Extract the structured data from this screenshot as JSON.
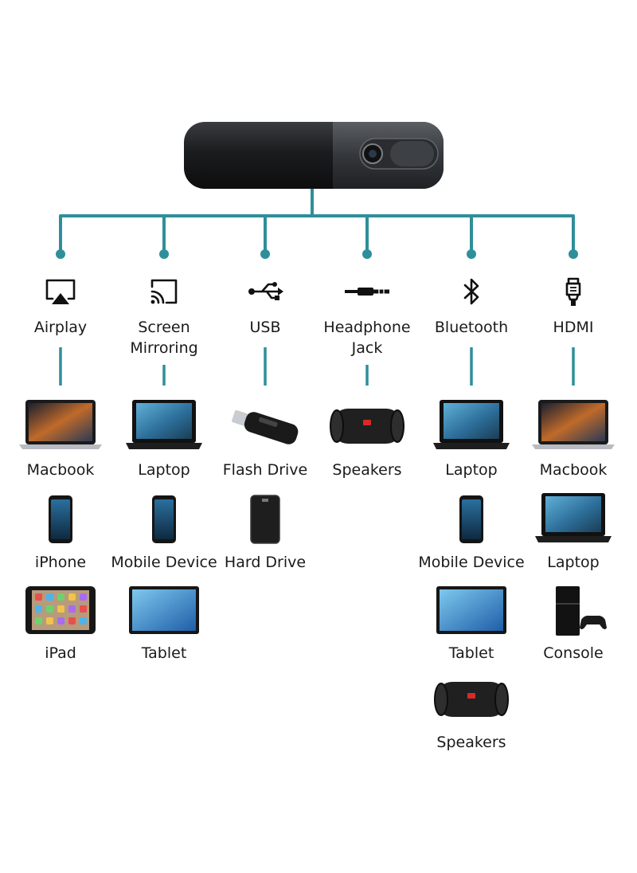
{
  "colors": {
    "connector": "#2e8f9a",
    "device_body": "#1d1e20",
    "device_cap": "#3b3e42"
  },
  "device": {
    "name": "projector-device"
  },
  "columns": [
    {
      "id": "airplay",
      "icon": "airplay-icon",
      "label_lines": [
        "Airplay"
      ],
      "items": [
        {
          "label": "Macbook",
          "image": "macbook"
        },
        {
          "label": "iPhone",
          "image": "phone"
        },
        {
          "label": "iPad",
          "image": "ipad"
        }
      ]
    },
    {
      "id": "screen-mirroring",
      "icon": "cast-icon",
      "label_lines": [
        "Screen",
        "Mirroring"
      ],
      "items": [
        {
          "label": "Laptop",
          "image": "laptop"
        },
        {
          "label": "Mobile Device",
          "image": "phone"
        },
        {
          "label": "Tablet",
          "image": "tablet"
        }
      ]
    },
    {
      "id": "usb",
      "icon": "usb-icon",
      "label_lines": [
        "USB"
      ],
      "items": [
        {
          "label": "Flash Drive",
          "image": "flashdrive"
        },
        {
          "label": "Hard Drive",
          "image": "harddrive"
        }
      ]
    },
    {
      "id": "headphone-jack",
      "icon": "headphone-jack-icon",
      "label_lines": [
        "Headphone",
        "Jack"
      ],
      "items": [
        {
          "label": "Speakers",
          "image": "speaker"
        }
      ]
    },
    {
      "id": "bluetooth",
      "icon": "bluetooth-icon",
      "label_lines": [
        "Bluetooth"
      ],
      "items": [
        {
          "label": "Laptop",
          "image": "laptop"
        },
        {
          "label": "Mobile Device",
          "image": "phone"
        },
        {
          "label": "Tablet",
          "image": "tablet"
        },
        {
          "label": "Speakers",
          "image": "speaker"
        }
      ]
    },
    {
      "id": "hdmi",
      "icon": "hdmi-icon",
      "label_lines": [
        "HDMI"
      ],
      "items": [
        {
          "label": "Macbook",
          "image": "macbook"
        },
        {
          "label": "Laptop",
          "image": "laptop"
        },
        {
          "label": "Console",
          "image": "console"
        }
      ]
    }
  ]
}
